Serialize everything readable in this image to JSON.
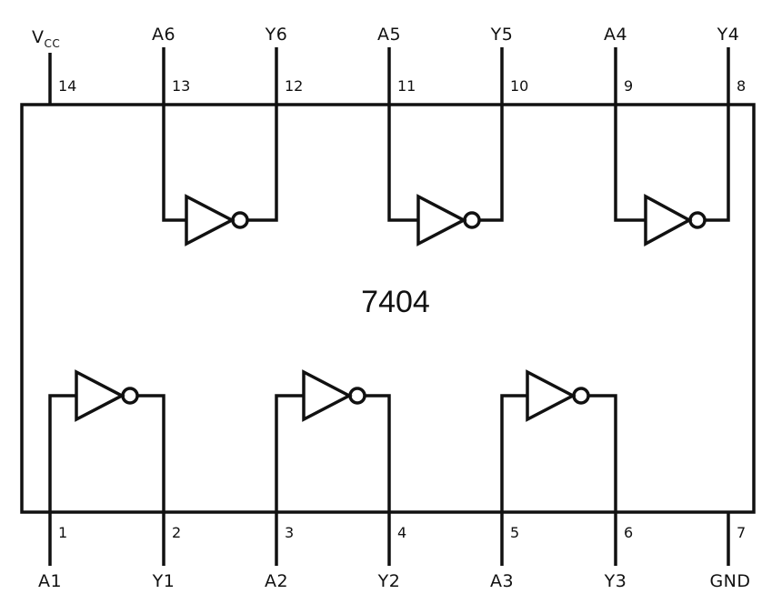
{
  "chip_label": "7404",
  "vcc": {
    "main": "V",
    "sub": "CC"
  },
  "top_pins": [
    {
      "number": "14",
      "label": ""
    },
    {
      "number": "13",
      "label": "A6"
    },
    {
      "number": "12",
      "label": "Y6"
    },
    {
      "number": "11",
      "label": "A5"
    },
    {
      "number": "10",
      "label": "Y5"
    },
    {
      "number": "9",
      "label": "A4"
    },
    {
      "number": "8",
      "label": "Y4"
    }
  ],
  "bottom_pins": [
    {
      "number": "1",
      "label": "A1"
    },
    {
      "number": "2",
      "label": "Y1"
    },
    {
      "number": "3",
      "label": "A2"
    },
    {
      "number": "4",
      "label": "Y2"
    },
    {
      "number": "5",
      "label": "A3"
    },
    {
      "number": "6",
      "label": "Y3"
    },
    {
      "number": "7",
      "label": "GND"
    }
  ],
  "gates": [
    {
      "input": "A6",
      "output": "Y6"
    },
    {
      "input": "A5",
      "output": "Y5"
    },
    {
      "input": "A4",
      "output": "Y4"
    },
    {
      "input": "A1",
      "output": "Y1"
    },
    {
      "input": "A2",
      "output": "Y2"
    },
    {
      "input": "A3",
      "output": "Y3"
    }
  ]
}
